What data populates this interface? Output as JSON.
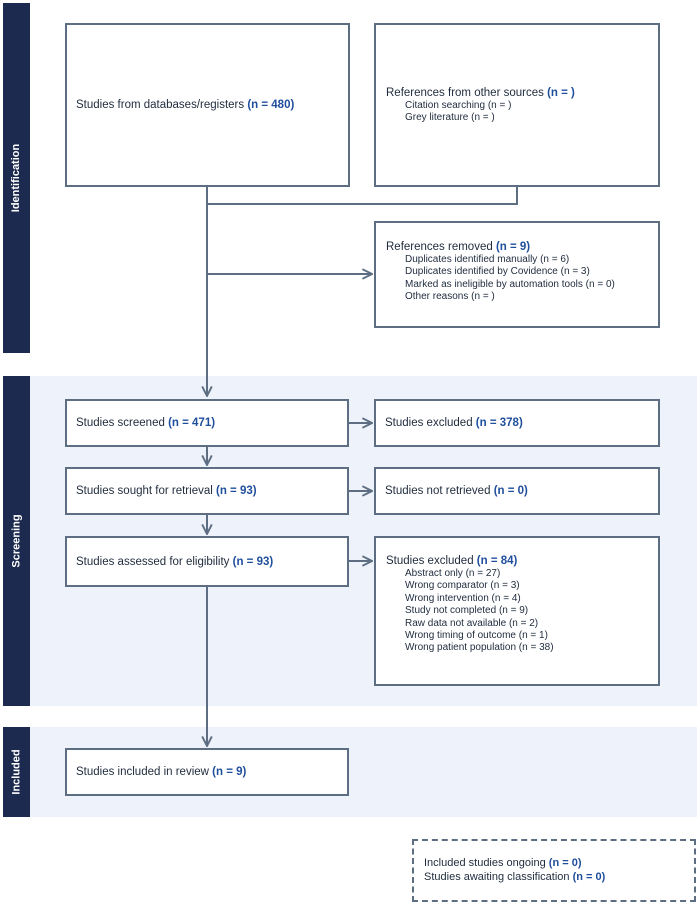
{
  "phases": {
    "identification": "Identification",
    "screening": "Screening",
    "included": "Included"
  },
  "identification": {
    "databases": {
      "text": "Studies from databases/registers",
      "n": "(n = 480)"
    },
    "other_sources": {
      "text": "References from other sources",
      "n": "(n = )",
      "items": [
        "Citation searching (n = )",
        "Grey literature (n = )"
      ]
    },
    "removed": {
      "text": "References removed",
      "n": "(n = 9)",
      "items": [
        "Duplicates identified manually (n = 6)",
        "Duplicates identified by Covidence (n = 3)",
        "Marked as ineligible by automation tools (n = 0)",
        "Other reasons (n = )"
      ]
    }
  },
  "screening": {
    "screened": {
      "text": "Studies screened",
      "n": "(n = 471)"
    },
    "excluded": {
      "text": "Studies excluded",
      "n": "(n = 378)"
    },
    "sought": {
      "text": "Studies sought for retrieval",
      "n": "(n = 93)"
    },
    "not_retrieved": {
      "text": "Studies not retrieved",
      "n": "(n = 0)"
    },
    "assessed": {
      "text": "Studies assessed for eligibility",
      "n": "(n = 93)"
    },
    "excluded_eligibility": {
      "text": "Studies excluded",
      "n": "(n = 84)",
      "items": [
        "Abstract only (n = 27)",
        "Wrong comparator (n = 3)",
        "Wrong intervention (n = 4)",
        "Study not completed (n = 9)",
        "Raw data not available (n = 2)",
        "Wrong timing of outcome (n = 1)",
        "Wrong patient population (n = 38)"
      ]
    }
  },
  "included": {
    "included_review": {
      "text": "Studies included in review",
      "n": "(n = 9)"
    }
  },
  "extra": {
    "ongoing": {
      "text": "Included studies ongoing",
      "n": "(n = 0)"
    },
    "awaiting": {
      "text": "Studies awaiting classification",
      "n": "(n = 0)"
    }
  },
  "colors": {
    "side_bar": "#1b2a4e",
    "band": "#eef3fb",
    "box_border": "#5d6d82",
    "count_text": "#1f4e9c"
  }
}
